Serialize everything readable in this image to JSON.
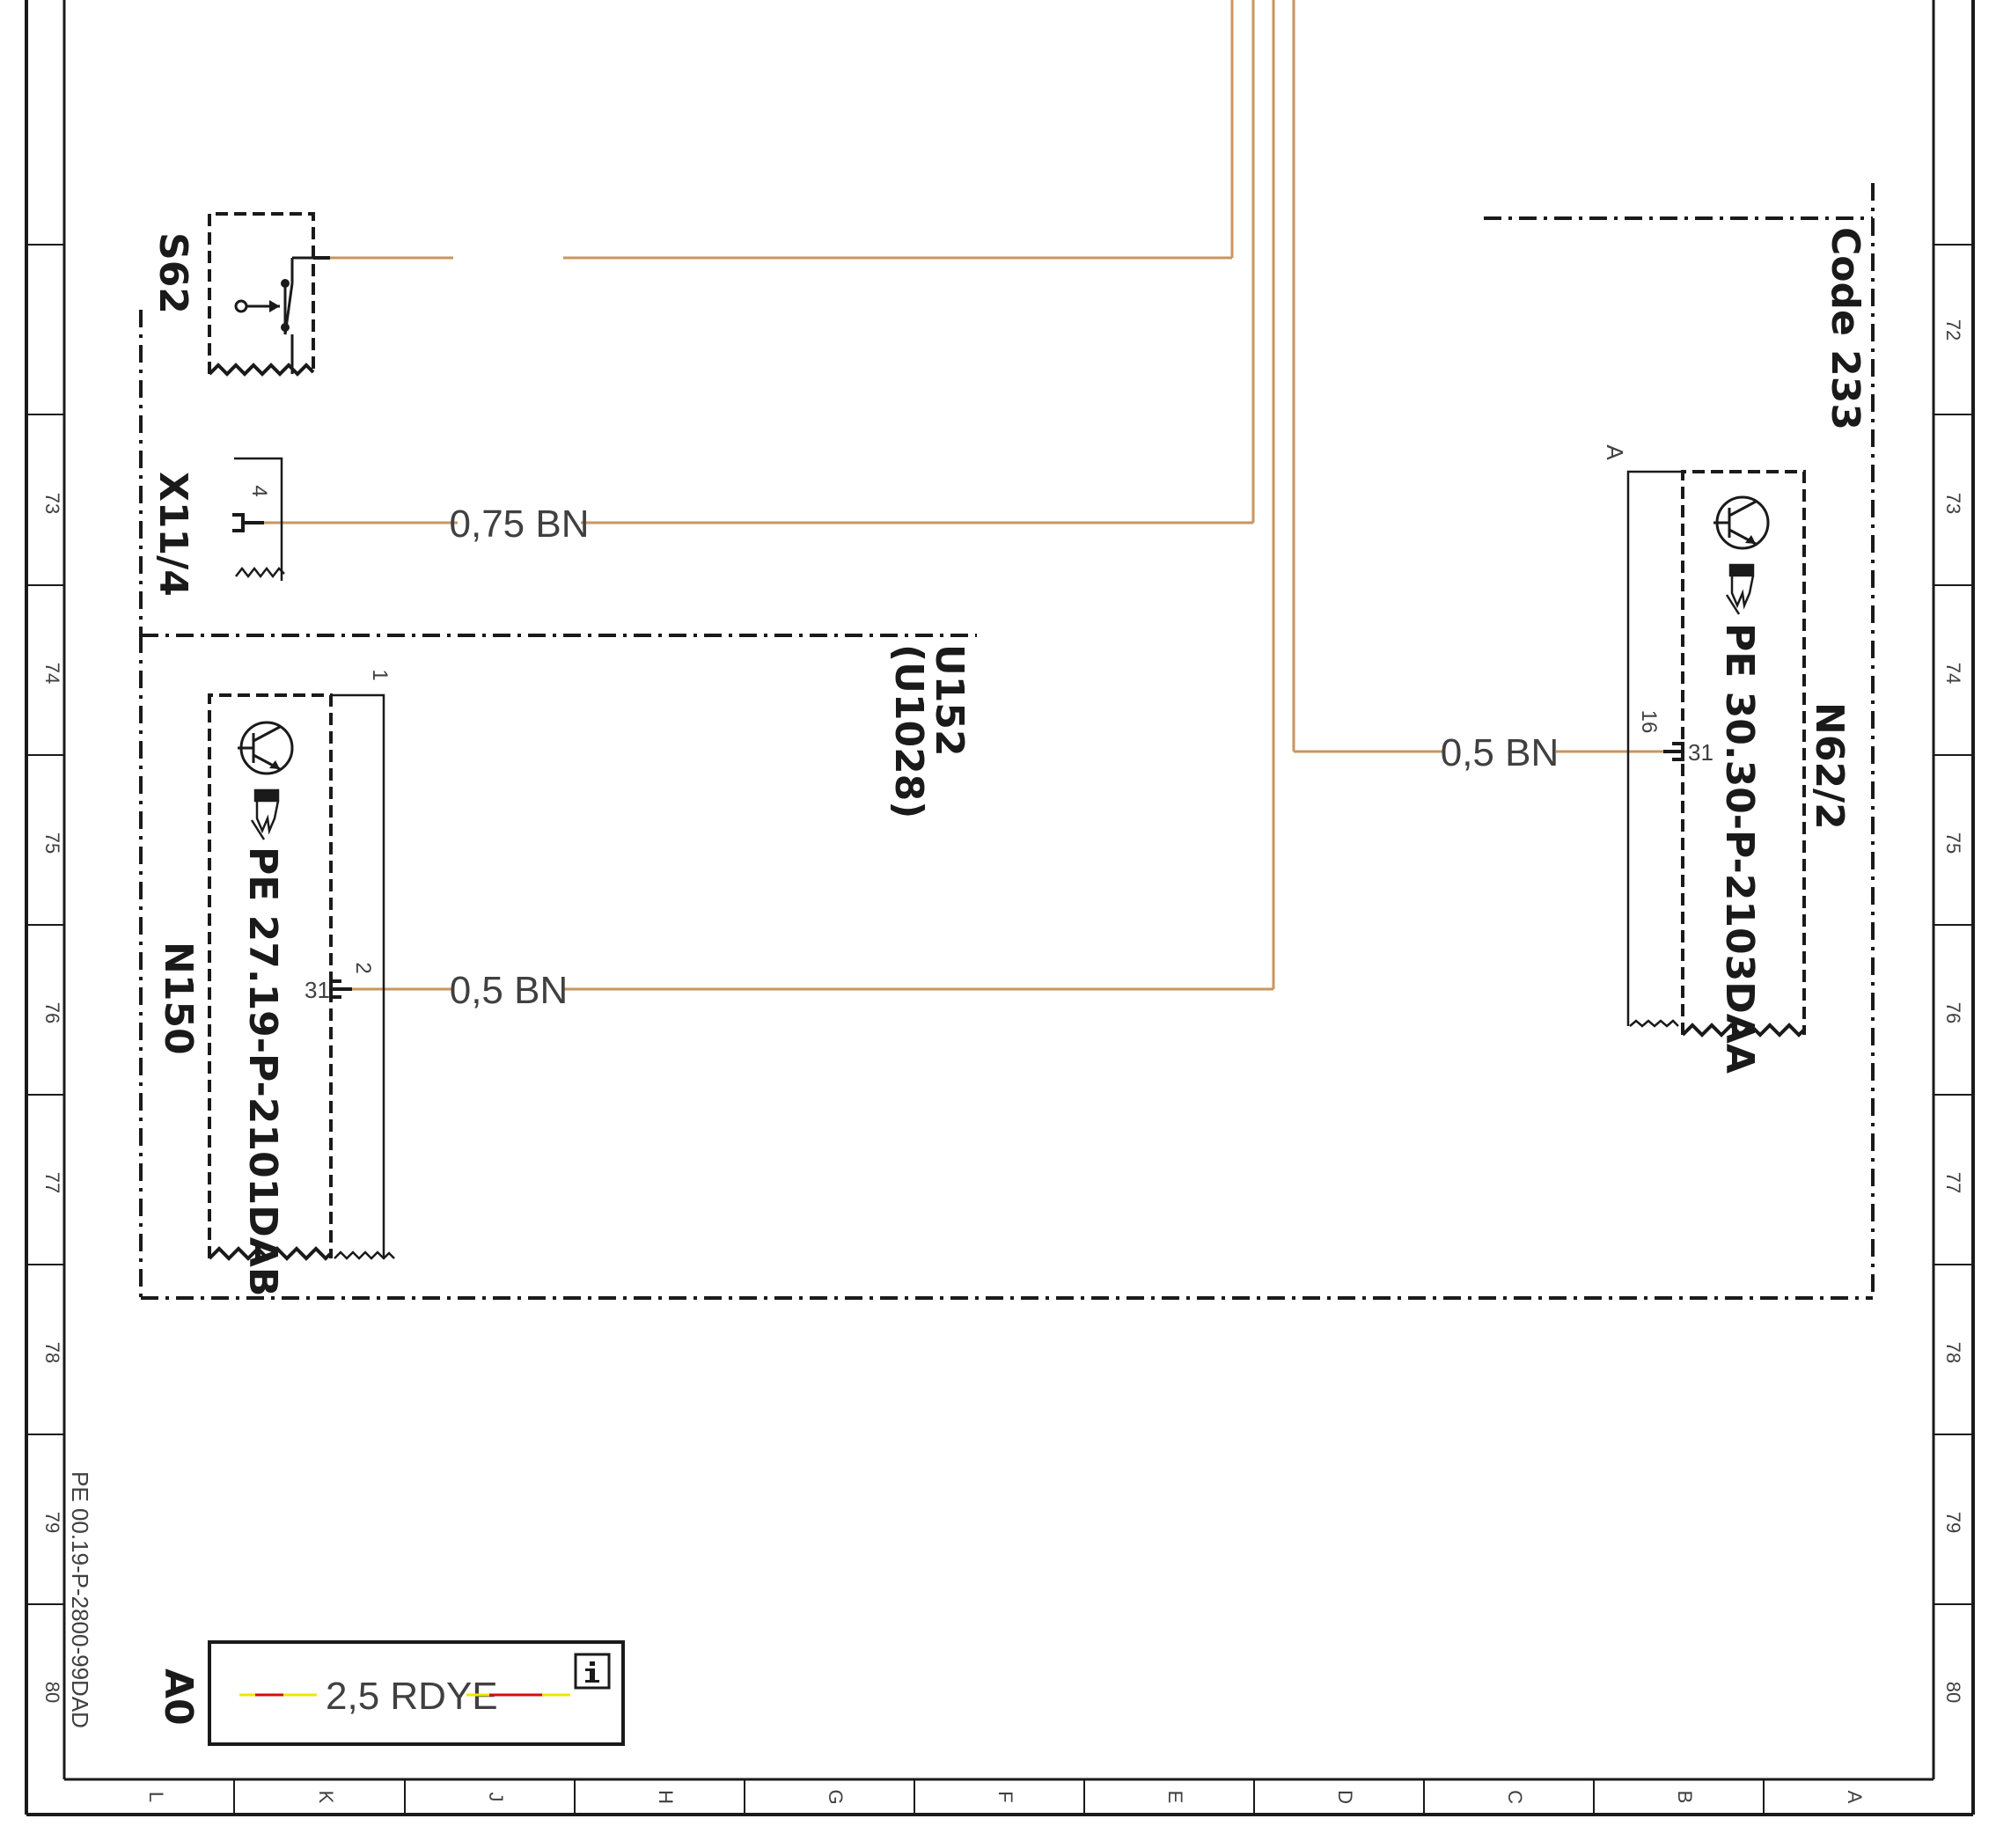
{
  "frame": {
    "row_numbers": [
      "72",
      "73",
      "74",
      "75",
      "76",
      "77",
      "78",
      "79",
      "80"
    ],
    "column_letters": [
      "L",
      "K",
      "J",
      "H",
      "G",
      "F",
      "E",
      "D",
      "C",
      "B",
      "A"
    ],
    "document_ref": "PE 00.19-P-2800-99DAD"
  },
  "components": {
    "s62": {
      "label": "S62"
    },
    "x11_4": {
      "label": "X11/4",
      "pin": "4"
    },
    "u152": {
      "label": "U152",
      "sublabel": "(U1028)"
    },
    "n150": {
      "label": "N150",
      "ref": "PE 27.19-P-2101DAB",
      "pin_top": "1",
      "pin_mid": "2",
      "terminal": "31"
    },
    "n62_2": {
      "label": "N62/2",
      "ref": "PE 30.30-P-2103DAA",
      "pin_a": "A",
      "pin_mid": "16",
      "terminal": "31"
    },
    "code": {
      "label": "Code 233"
    }
  },
  "wires": {
    "x11_4": {
      "label": "0,75 BN"
    },
    "n150": {
      "label": "0,5 BN"
    },
    "n62_2": {
      "label": "0,5 BN"
    }
  },
  "legend": {
    "label": "A0",
    "wire": "2,5 RDYE"
  },
  "colors": {
    "wire_bn": "#c8965f",
    "wire_red": "#cc1111",
    "wire_yellow": "#f2e600",
    "line": "#1a1a1a"
  }
}
